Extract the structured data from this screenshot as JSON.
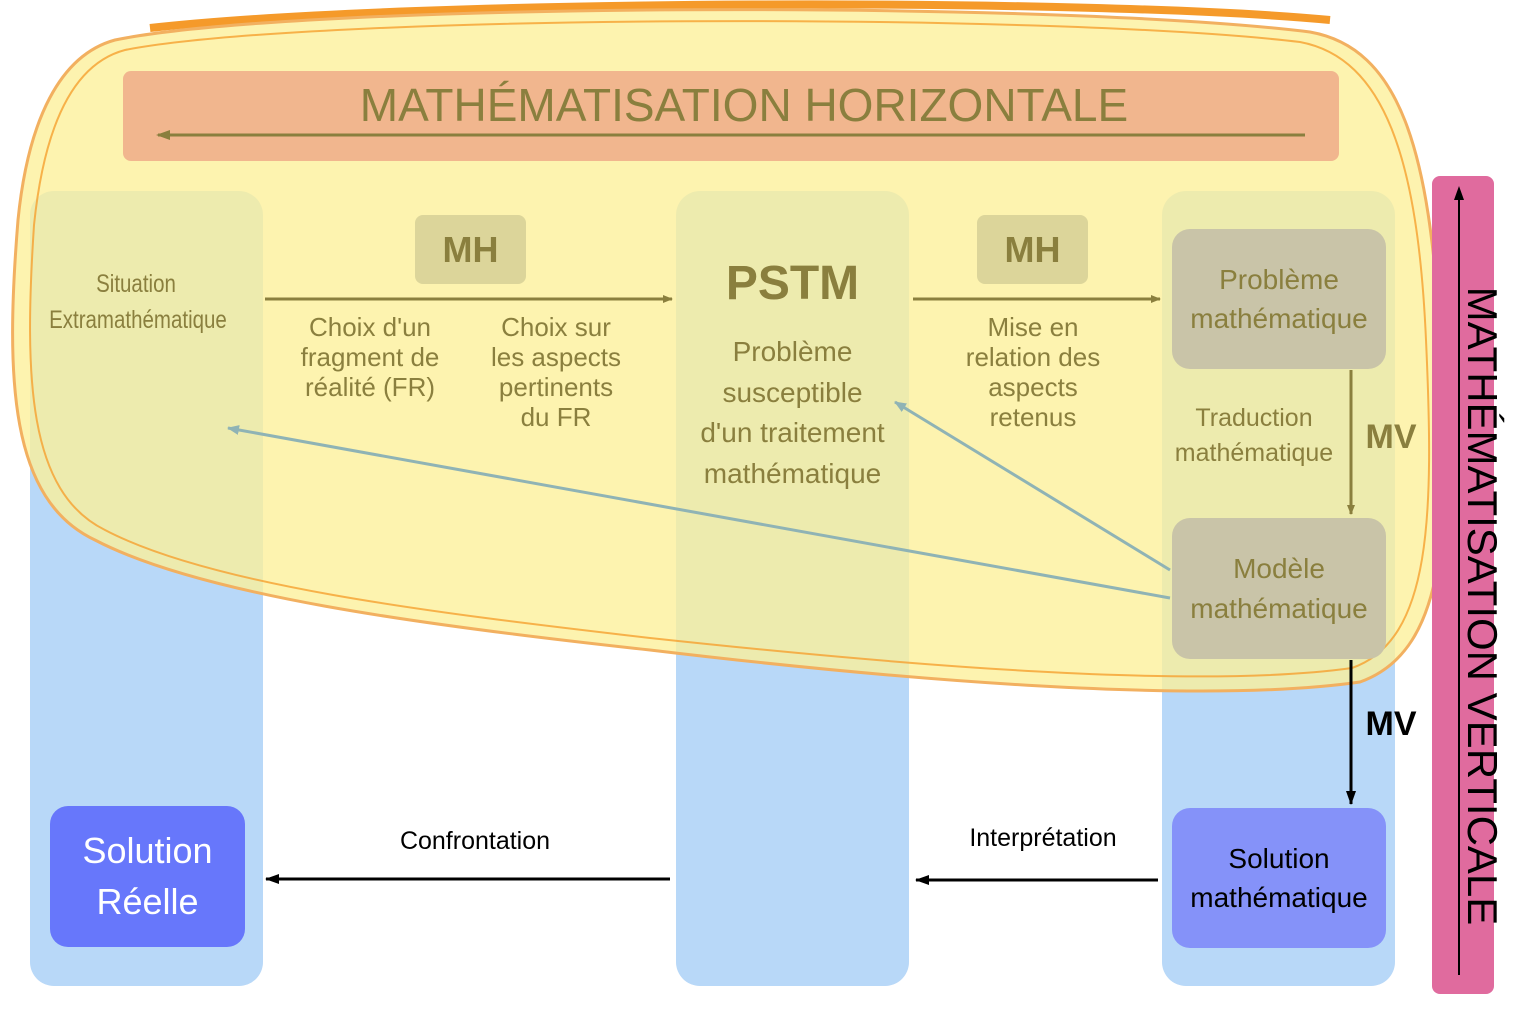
{
  "colors": {
    "column": "#b8d8f8",
    "yellow_blob": "#fdf099",
    "yellow_blob_stroke": "#f2c030",
    "horizontal_banner": "#f0b28c",
    "vertical_banner": "#e06b9e",
    "mh_badge": "#dcd59a",
    "model_box": "#c9c4a8",
    "solution_real": "#6777fb",
    "solution_math": "#8592f9",
    "olive_text": "#8a7f3e",
    "gray_arrow": "#8fb3b5"
  },
  "banner_horizontal": {
    "label": "MATHÉMATISATION HORIZONTALE"
  },
  "banner_vertical": {
    "label": "MATHÉMATISATION VERTICALE"
  },
  "situation": {
    "line1": "Situation",
    "line2": "Extramathématique"
  },
  "mh_badges": [
    "MH",
    "MH"
  ],
  "step_labels": {
    "choix_fragment": [
      "Choix d'un",
      "fragment de",
      "réalité (FR)"
    ],
    "choix_aspects": [
      "Choix sur",
      "les aspects",
      "pertinents",
      "du FR"
    ],
    "mise_relation": [
      "Mise en",
      "relation des",
      "aspects",
      "retenus"
    ]
  },
  "pstm": {
    "title": "PSTM",
    "desc": [
      "Problème",
      "susceptible",
      "d'un traitement",
      "mathématique"
    ]
  },
  "probleme_math": [
    "Problème",
    "mathématique"
  ],
  "traduction": [
    "Traduction",
    "mathématique"
  ],
  "mv_labels": [
    "MV",
    "MV"
  ],
  "modele_math": [
    "Modèle",
    "mathématique"
  ],
  "solution_math": [
    "Solution",
    "mathématique"
  ],
  "solution_reelle": [
    "Solution",
    "Réelle"
  ],
  "confrontation": "Confrontation",
  "interpretation": "Interprétation"
}
